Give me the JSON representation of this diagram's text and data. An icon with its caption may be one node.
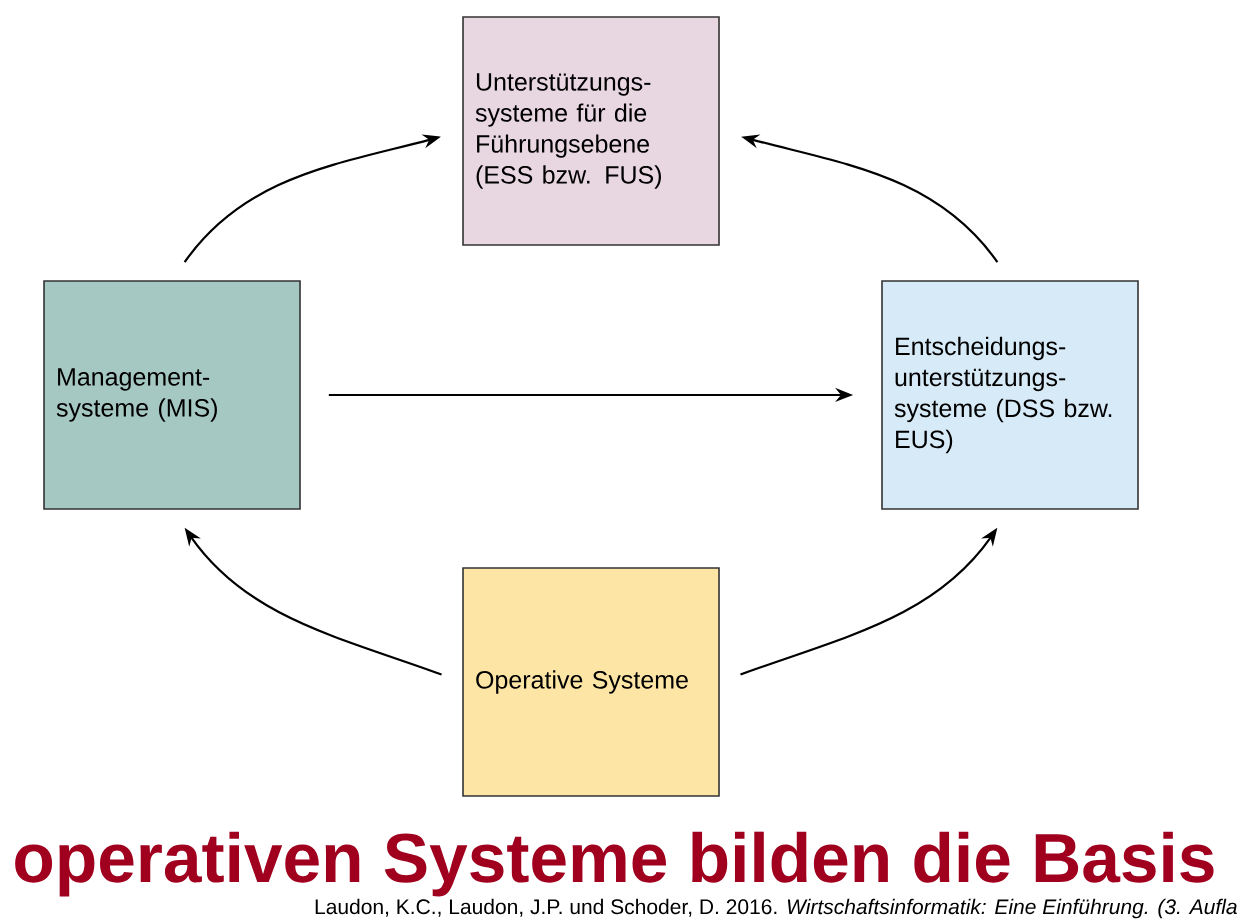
{
  "diagram": {
    "title": "operativen Systeme bilden die Basis",
    "nodes": [
      {
        "text": [
          "Unterstützungs- systeme für die Führungsebene (ESS bzw. FUS)"
        ]
      },
      {
        "text": [
          "Management- systeme (MIS)"
        ]
      },
      {
        "text": [
          "Entscheidungs- unterstützungs- systeme (DSS bzw. EUS)"
        ]
      },
      {
        "text": [
          "Operative Systeme"
        ]
      }
    ],
    "edges": [
      {
        "from": 1,
        "to": 0,
        "arrow": "to"
      },
      {
        "from": 2,
        "to": 0,
        "arrow": "to"
      },
      {
        "from": 1,
        "to": 2,
        "arrow": "to"
      },
      {
        "from": 3,
        "to": 1,
        "arrow": "to"
      },
      {
        "from": 3,
        "to": 2,
        "arrow": "to"
      }
    ],
    "labels": [
      "Laudon, K.C., Laudon, J.P. und Schoder, D. 2016. *Wirtschaftsinformatik: Eine Einführung. (3. Aufla*"
    ]
  }
}
